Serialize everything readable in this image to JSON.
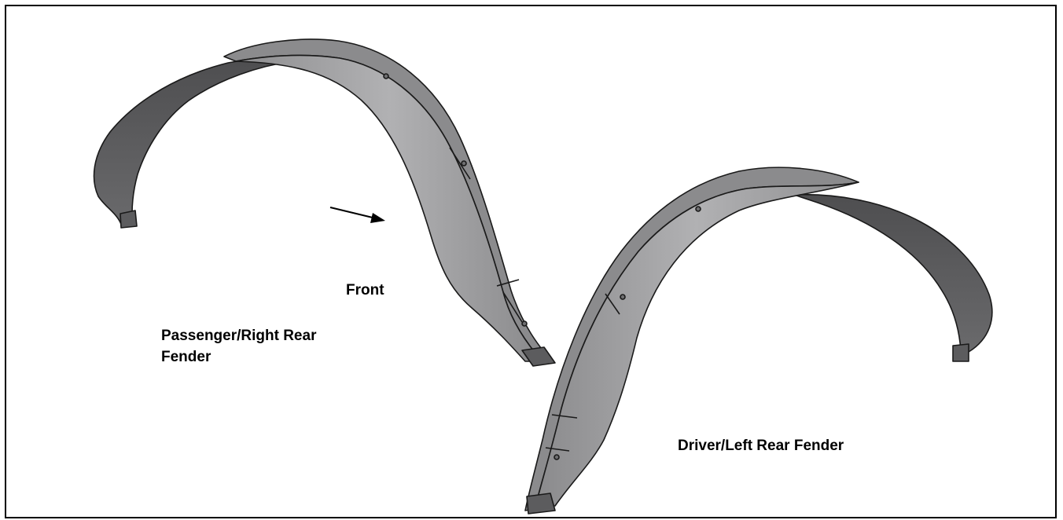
{
  "labels": {
    "front": "Front",
    "passenger": "Passenger/Right Rear\nFender",
    "driver": "Driver/Left Rear Fender"
  },
  "colors": {
    "outer_face_dark": "#58585a",
    "top_strip": "#8b8b8d",
    "inner_face": "#a6a6a8",
    "outline": "#1a1a1a",
    "border": "#000000"
  }
}
